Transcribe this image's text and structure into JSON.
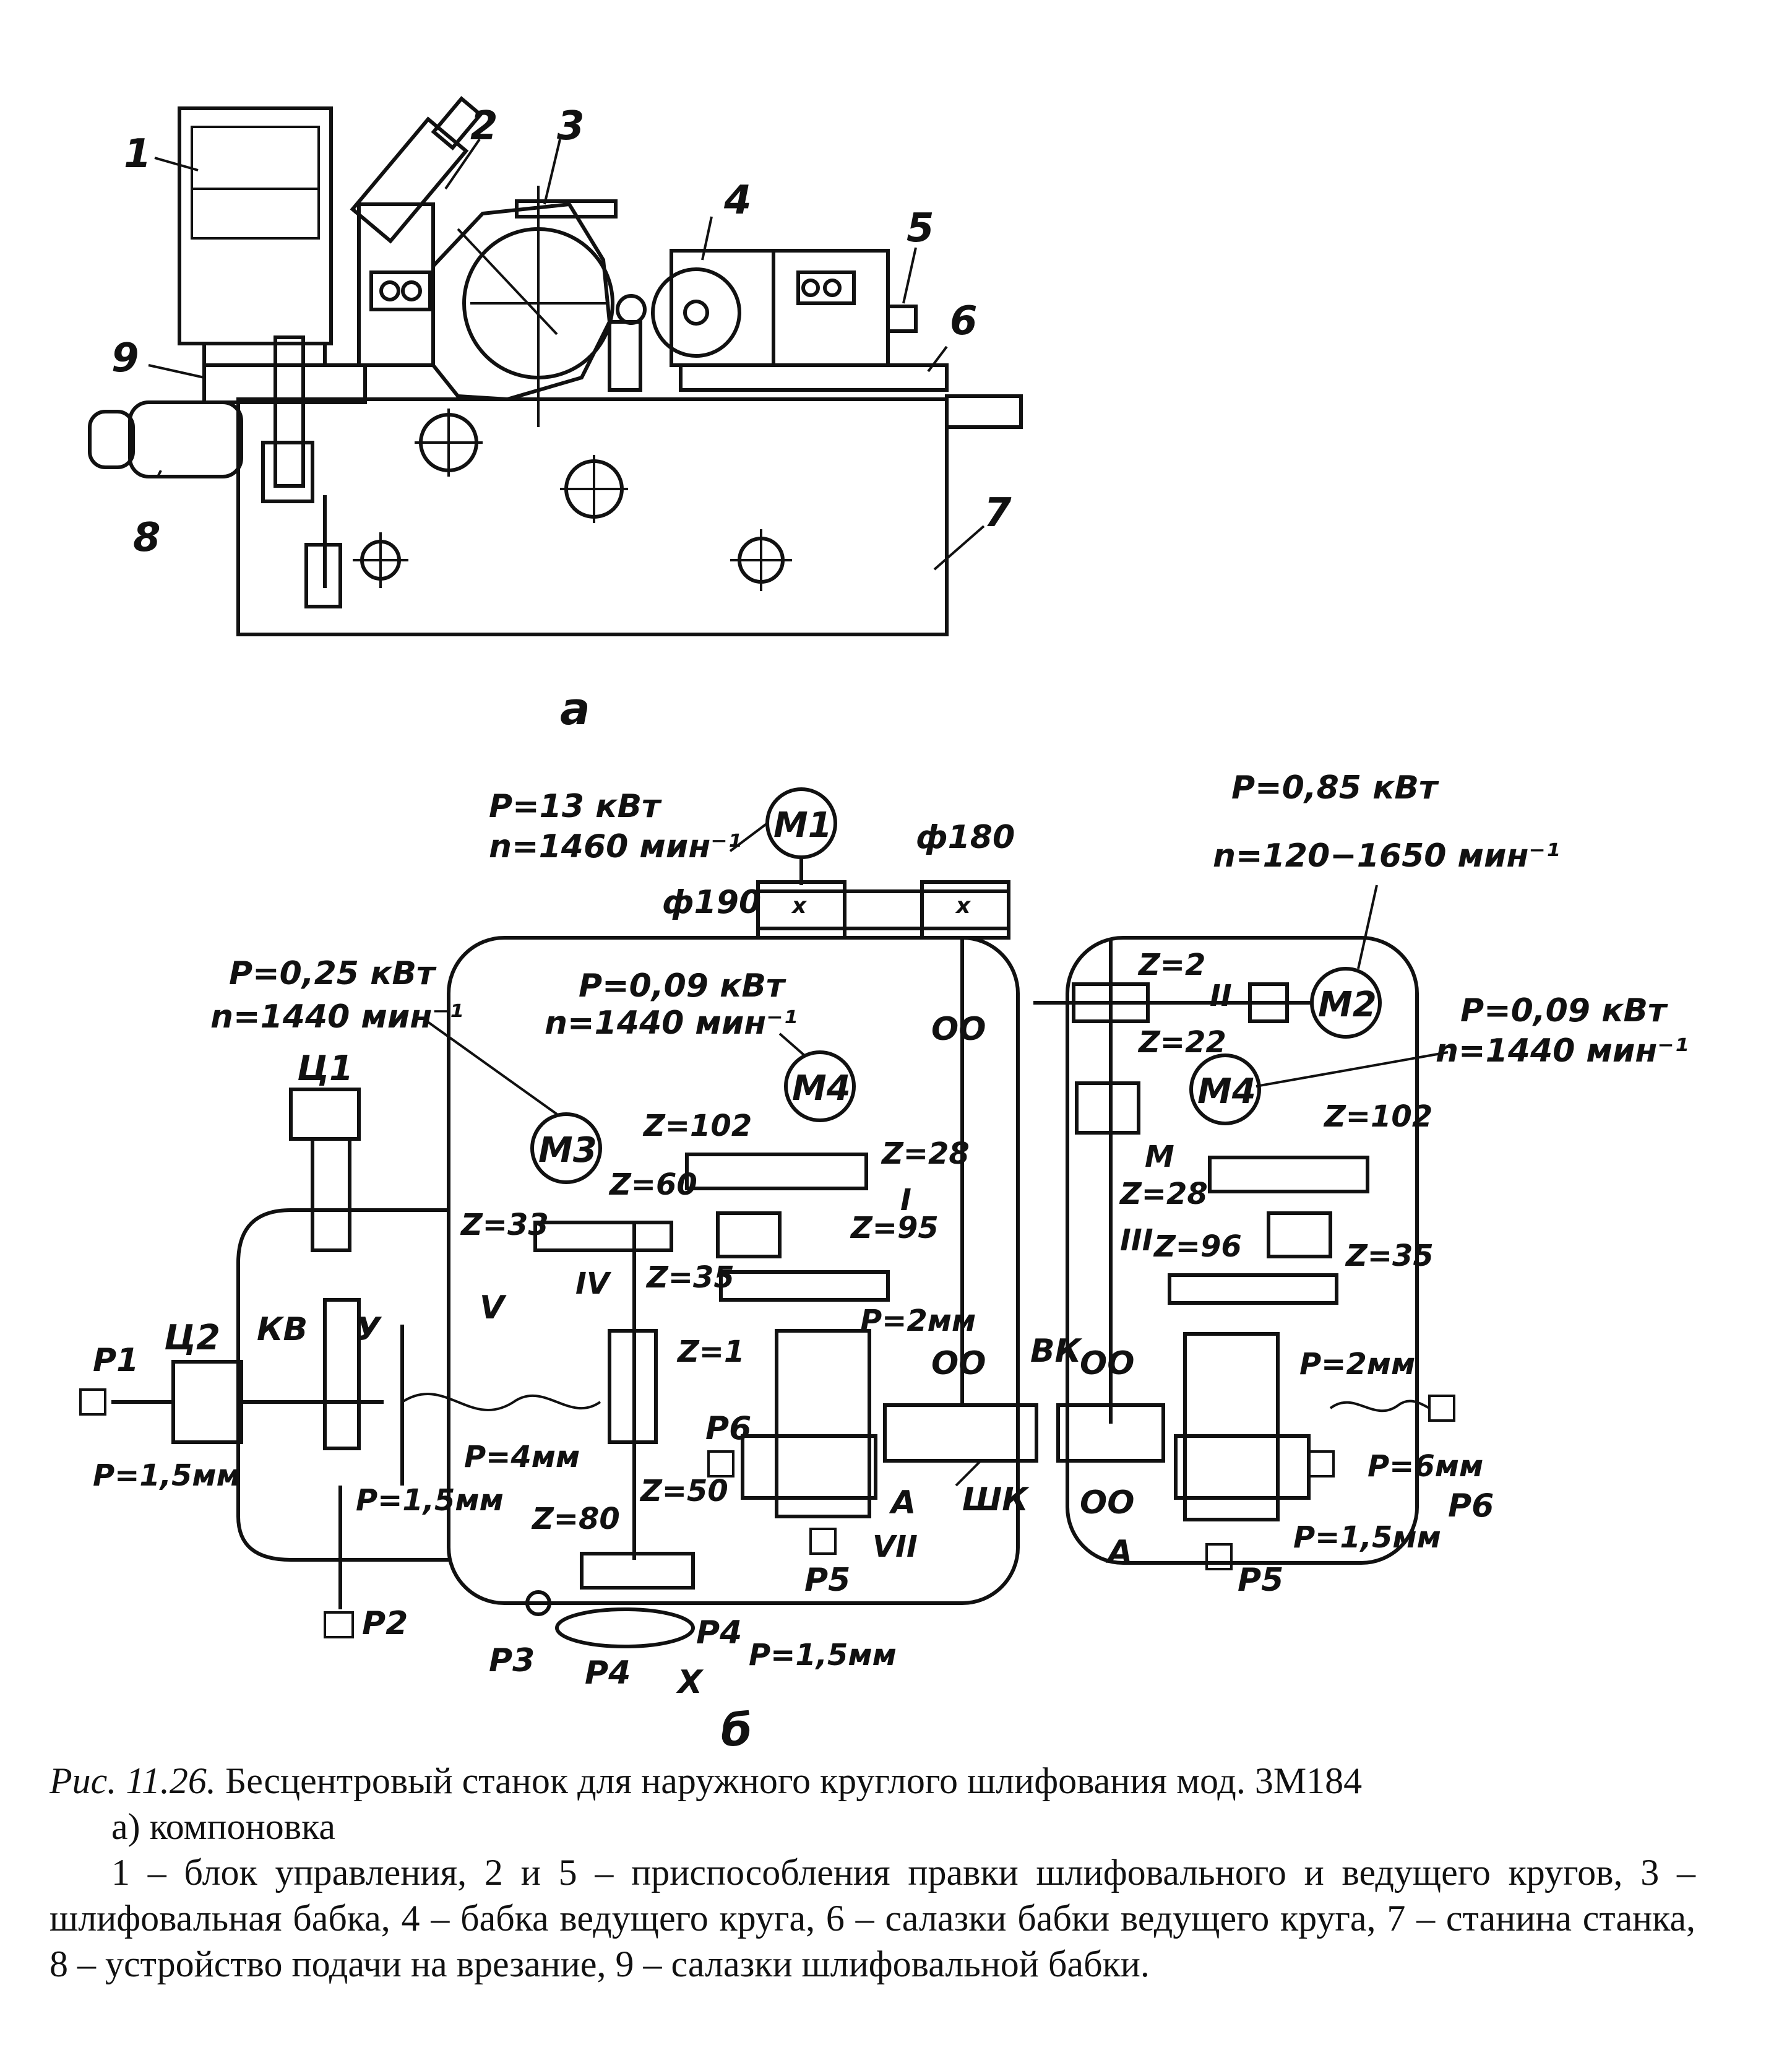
{
  "view_a": {
    "label": "а",
    "callouts": [
      "1",
      "2",
      "3",
      "4",
      "5",
      "6",
      "7",
      "8",
      "9"
    ]
  },
  "view_b": {
    "label": "б",
    "motors": {
      "M1": {
        "name": "М1",
        "power": "P=13 кВт",
        "speed": "n=1460 мин⁻¹"
      },
      "M2": {
        "name": "М2",
        "power": "P=0,85 кВт",
        "speed": "n=120−1650 мин⁻¹"
      },
      "M3": {
        "name": "М3",
        "power": "P=0,25 кВт",
        "speed": "n=1440 мин⁻¹"
      },
      "M4_left": {
        "name": "М4",
        "power": "P=0,09 кВт",
        "speed": "n=1440 мин⁻¹"
      },
      "M4_right": {
        "name": "М4",
        "power": "P=0,09 кВт",
        "speed": "n=1440 мин⁻¹"
      }
    },
    "pulleys": {
      "d190": "ф190",
      "d180": "ф180"
    },
    "cylinders": {
      "c1": "Ц1",
      "c2": "Ц2"
    },
    "labels": {
      "kv": "КВ",
      "u": "У",
      "shk": "ШК",
      "vk": "ВК",
      "m": "М",
      "a_left": "А",
      "a_right": "А",
      "p1": "Р1",
      "p2": "Р2",
      "p3": "Р3",
      "p4a": "Р4",
      "p4b": "Р4",
      "p5_left": "Р5",
      "p5_right": "Р5",
      "p6_left": "Р6",
      "p6_right": "Р6"
    },
    "shafts": {
      "s1": "I",
      "s2": "II",
      "s3": "III",
      "s4": "IV",
      "s5": "V",
      "s7": "VII",
      "s10": "X"
    },
    "gears": {
      "z33": "Z=33",
      "z60": "Z=60",
      "z102_l": "Z=102",
      "z28_l": "Z=28",
      "z95": "Z=95",
      "z35_l": "Z=35",
      "z1": "Z=1",
      "z50": "Z=50",
      "z80": "Z=80",
      "z2": "Z=2",
      "z22": "Z=22",
      "z102_r": "Z=102",
      "z28_r": "Z=28",
      "z96": "Z=96",
      "z35_r": "Z=35"
    },
    "pitches": {
      "p15_c2": "P=1,5мм",
      "p15_p2": "P=1,5мм",
      "p4mm": "P=4мм",
      "p2mm_l": "P=2мм",
      "p15_bot": "P=1,5мм",
      "p2mm_r": "P=2мм",
      "p6mm": "P=6мм",
      "p15_r": "P=1,5мм"
    }
  },
  "caption": {
    "figure": "Рис. 11.26.",
    "title": " Бесцентровый станок  для наружного круглого шлифования мод. 3М184",
    "subtitle": "а) компоновка",
    "description": "1 – блок управления, 2 и 5 – приспособления правки шлифовального и ведущего кругов, 3 – шлифовальная бабка, 4 – бабка ведущего круга, 6 – салазки бабки ведущего круга, 7 – станина станка, 8 – устройство подачи на врезание, 9 – салазки шлифовальной бабки."
  }
}
